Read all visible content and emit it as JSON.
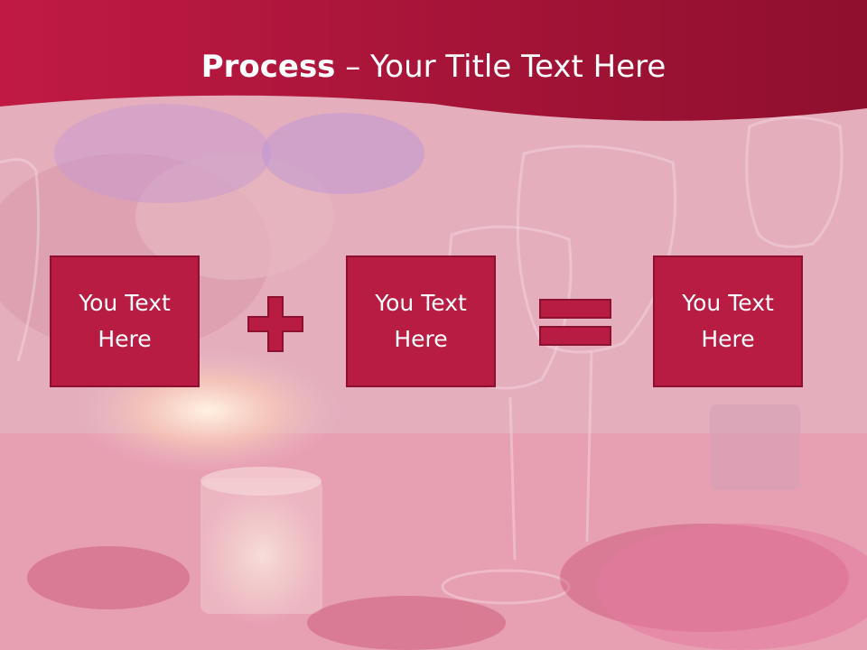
{
  "slide": {
    "title_bold": "Process",
    "title_rest": " – Your Title Text Here",
    "boxes": [
      {
        "label": "You Text Here"
      },
      {
        "label": "You Text Here"
      },
      {
        "label": "You Text Here"
      }
    ],
    "operators": [
      "plus-icon",
      "equals-icon"
    ]
  },
  "colors": {
    "header": "#a8163b",
    "box_fill": "#b81c42",
    "box_border": "#8c1030",
    "operator": "#b81c42"
  }
}
